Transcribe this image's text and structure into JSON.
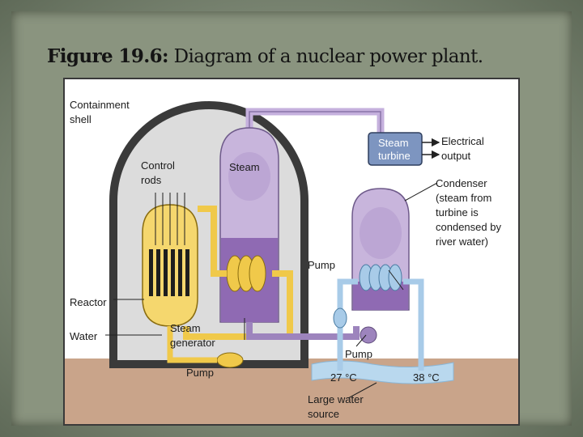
{
  "slide": {
    "title_bold": "Figure 19.6:",
    "title_rest": " Diagram of a nuclear power plant."
  },
  "diagram": {
    "labels": {
      "containment_1": "Containment",
      "containment_2": "shell",
      "control_1": "Control",
      "control_2": "rods",
      "steam": "Steam",
      "turbine_1": "Steam",
      "turbine_2": "turbine",
      "electrical_1": "Electrical",
      "electrical_2": "output",
      "condenser_1": "Condenser",
      "condenser_2": "(steam from",
      "condenser_3": "turbine is",
      "condenser_4": "condensed by",
      "condenser_5": "river water)",
      "pump_upper": "Pump",
      "reactor": "Reactor",
      "water": "Water",
      "generator_1": "Steam",
      "generator_2": "generator",
      "pump_lower": "Pump",
      "pump_bottom": "Pump",
      "temp_in": "27 °C",
      "temp_out": "38 °C",
      "source_1": "Large water",
      "source_2": "source"
    },
    "colors": {
      "reactor": "#f5d76e",
      "steam_gen_water": "#8f6ab3",
      "steam_vessel": "#c8b5dc",
      "condenser_water": "#a8cbe8",
      "loop_pipe": "#f0c94a",
      "steam_pipe": "#c5b0dd",
      "shell": "#3a3a3a",
      "ground": "#c9a48a"
    }
  }
}
